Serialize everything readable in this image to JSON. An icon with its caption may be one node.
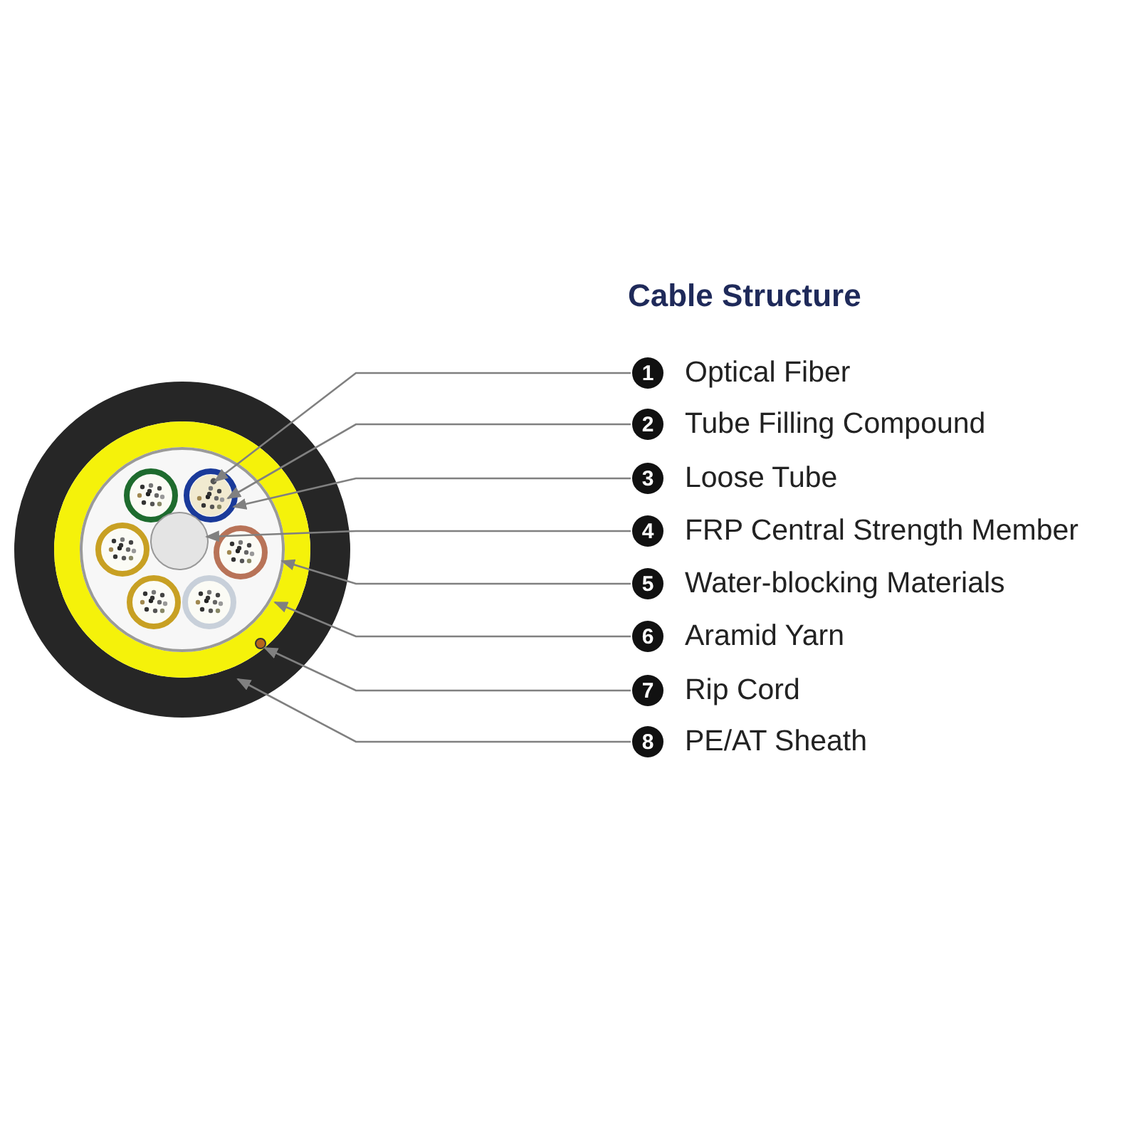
{
  "diagram": {
    "title": "Cable Structure",
    "nodes": [
      {
        "text": [
          "1"
        ],
        "beside": [
          "Optical Fiber"
        ]
      },
      {
        "text": [
          "2"
        ],
        "beside": [
          "Tube Filling Compound"
        ]
      },
      {
        "text": [
          "3"
        ],
        "beside": [
          "Loose Tube"
        ]
      },
      {
        "text": [
          "4"
        ],
        "beside": [
          "FRP Central Strength Member"
        ]
      },
      {
        "text": [
          "5"
        ],
        "beside": [
          "Water-blocking Materials"
        ]
      },
      {
        "text": [
          "6"
        ],
        "beside": [
          "Aramid Yarn"
        ]
      },
      {
        "text": [
          "7"
        ],
        "beside": [
          "Rip Cord"
        ]
      },
      {
        "text": [
          "8"
        ],
        "beside": [
          "PE/AT Sheath"
        ]
      },
      {
        "text": [],
        "shape": "circle",
        "in": 9
      },
      {
        "text": [],
        "shape": "circle",
        "in": 10
      },
      {
        "text": [],
        "shape": "circle",
        "in": 12
      },
      {
        "text": [],
        "shape": "circle",
        "in": 12
      },
      {
        "text": [],
        "shape": "circle",
        "in": 13
      },
      {
        "text": [],
        "shape": "circle",
        "in": 15
      },
      {
        "text": [],
        "shape": "circle",
        "in": 13
      },
      {
        "text": [],
        "shape": "circle"
      }
    ],
    "edges": [
      {
        "from": 0,
        "to": 8,
        "arrow": "to"
      },
      {
        "from": 1,
        "to": 9,
        "arrow": "to"
      },
      {
        "from": 2,
        "to": 10,
        "arrow": "to"
      },
      {
        "from": 3,
        "to": 11,
        "arrow": "to"
      },
      {
        "from": 4,
        "to": 12,
        "arrow": "to"
      },
      {
        "from": 5,
        "to": 13,
        "arrow": "to"
      },
      {
        "from": 6,
        "to": 14,
        "arrow": "to"
      },
      {
        "from": 7,
        "to": 15,
        "arrow": "to"
      }
    ]
  }
}
